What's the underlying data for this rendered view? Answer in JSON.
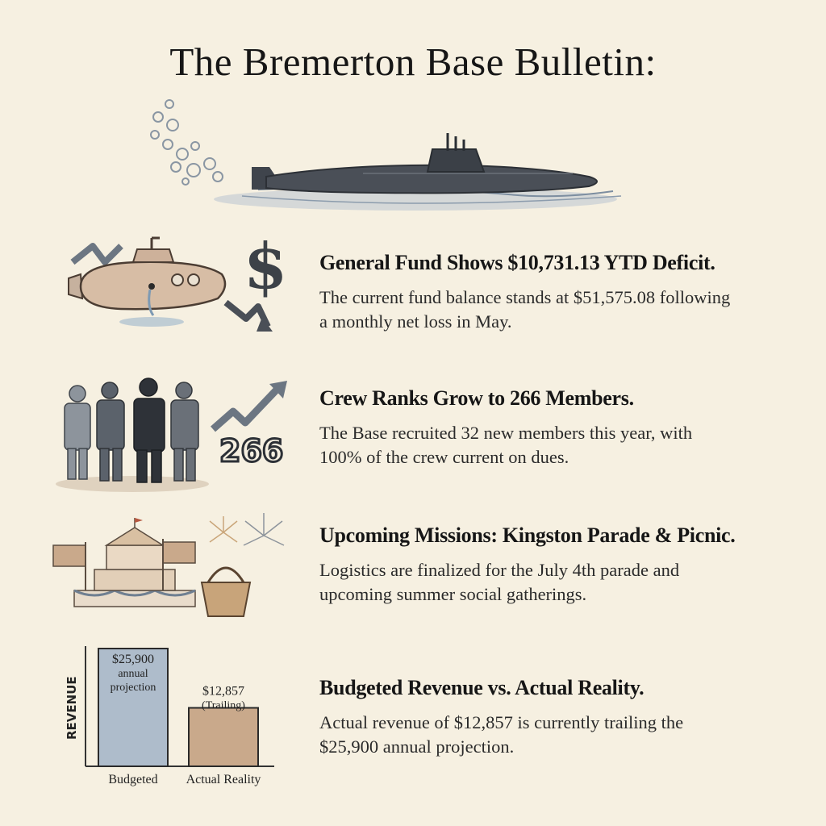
{
  "title": "The Bremerton Base Bulletin:",
  "sections": [
    {
      "heading": "General Fund Shows $10,731.13 YTD Deficit.",
      "body": "The current fund balance stands at $51,575.08 following a monthly net loss in May.",
      "icon": "leaking-submarine-dollar-icon",
      "dollar_glyph": "$"
    },
    {
      "heading": "Crew Ranks Grow to 266 Members.",
      "body": "The Base recruited 32 new members this year, with 100% of the crew current on dues.",
      "icon": "crew-growth-icon",
      "crew_number": "266"
    },
    {
      "heading": "Upcoming Missions: Kingston Parade & Picnic.",
      "body": "Logistics are finalized for the July 4th parade and upcoming summer social gatherings.",
      "icon": "parade-float-picnic-icon"
    },
    {
      "heading": "Budgeted Revenue vs. Actual Reality.",
      "body": "Actual revenue of $12,857 is currently trailing the $25,900 annual projection.",
      "icon": "revenue-bar-chart"
    }
  ],
  "chart_data": {
    "type": "bar",
    "ylabel": "REVENUE",
    "categories": [
      "Budgeted",
      "Actual Reality"
    ],
    "values": [
      25900,
      12857
    ],
    "bar_labels": [
      [
        "$25,900",
        "annual",
        "projection"
      ],
      [
        "$12,857",
        "(Trailing)"
      ]
    ],
    "colors": [
      "#aebccb",
      "#c9a98b"
    ],
    "grid": false
  },
  "colors": {
    "background": "#f6f0e1",
    "ink": "#161616",
    "submarine": "#4a4f57",
    "water": "#9fb0c2"
  }
}
